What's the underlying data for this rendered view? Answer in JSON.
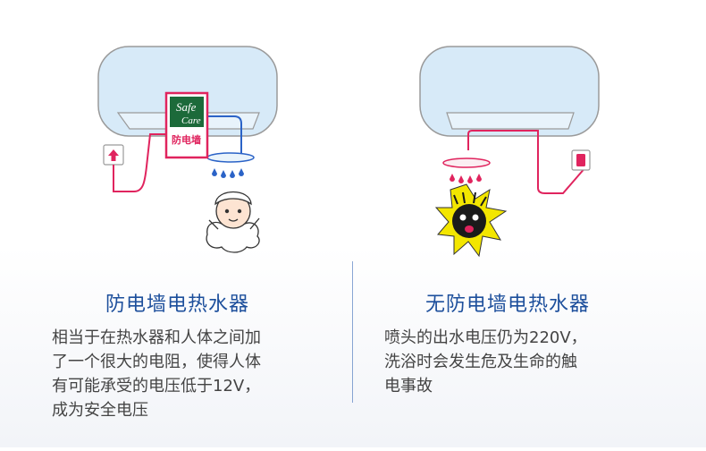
{
  "left_panel": {
    "badge_line1": "Safe",
    "badge_line2": "Care",
    "badge_sub": "防电墙",
    "title": "防电墙电热水器",
    "description_lines": [
      "相当于在热水器和人体之间加",
      "了一个很大的电阻，使得人体",
      "有可能承受的电压低于12V，",
      "成为安全电压"
    ]
  },
  "right_panel": {
    "title": "无防电墙电热水器",
    "description_lines": [
      "喷头的出水电压仍为220V，",
      "洗浴时会发生危及生命的触",
      "电事故"
    ]
  },
  "colors": {
    "title_blue": "#1d4f9c",
    "wire_red": "#e0245e",
    "wire_blue": "#2b63c7",
    "tank_fill": "#d7eaf8",
    "tank_stroke": "#9a9a9a",
    "badge_green": "#1c6a3a",
    "lightning_yellow": "#f3e600"
  }
}
